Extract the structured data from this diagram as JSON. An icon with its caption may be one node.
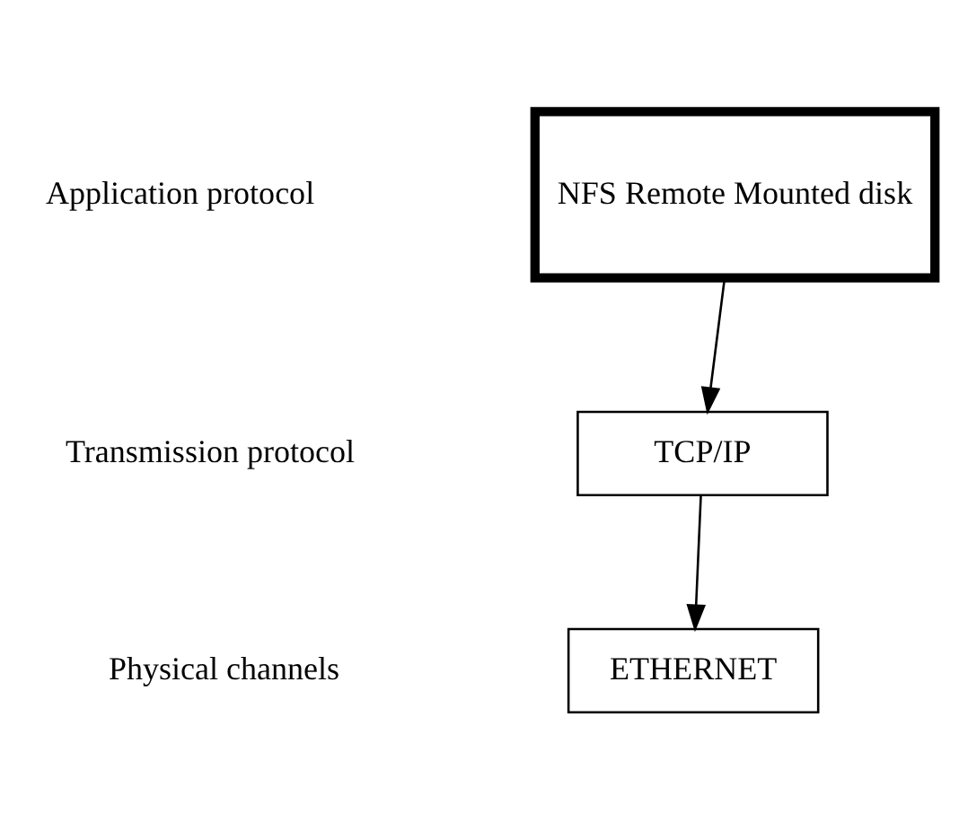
{
  "diagram": {
    "nodes": [
      {
        "text": [
          "NFS Remote Mounted disk"
        ]
      },
      {
        "text": [
          "TCP/IP"
        ]
      },
      {
        "text": [
          "ETHERNET"
        ]
      }
    ],
    "edges": [
      {
        "from": 0,
        "to": 1,
        "arrow": "to"
      },
      {
        "from": 1,
        "to": 2,
        "arrow": "to"
      }
    ],
    "labels": [
      "Application protocol",
      "Transmission protocol",
      "Physical channels"
    ]
  }
}
